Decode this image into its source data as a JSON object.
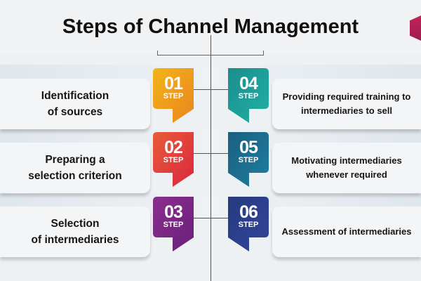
{
  "title": "Steps of Channel Management",
  "steps": [
    {
      "num": "01",
      "step": "STEP",
      "line1": "Identification",
      "line2": "of sources",
      "color": "#f2b418",
      "color2": "#ea8420"
    },
    {
      "num": "02",
      "step": "STEP",
      "line1": "Preparing a",
      "line2": "selection criterion",
      "color": "#ea5a3a",
      "color2": "#d9283f"
    },
    {
      "num": "03",
      "step": "STEP",
      "line1": "Selection",
      "line2": "of intermediaries",
      "color": "#8a2f8e",
      "color2": "#6a1f78"
    },
    {
      "num": "04",
      "step": "STEP",
      "line1": "Providing required training to",
      "line2": "intermediaries to sell",
      "color": "#1a8e8c",
      "color2": "#22b0a6"
    },
    {
      "num": "05",
      "step": "STEP",
      "line1": "Motivating intermediaries",
      "line2": "whenever required",
      "color": "#1a5f80",
      "color2": "#1f7ea0"
    },
    {
      "num": "06",
      "step": "STEP",
      "line1": "Assessment of intermediaries",
      "line2": "",
      "color": "#263a80",
      "color2": "#33459a"
    }
  ]
}
